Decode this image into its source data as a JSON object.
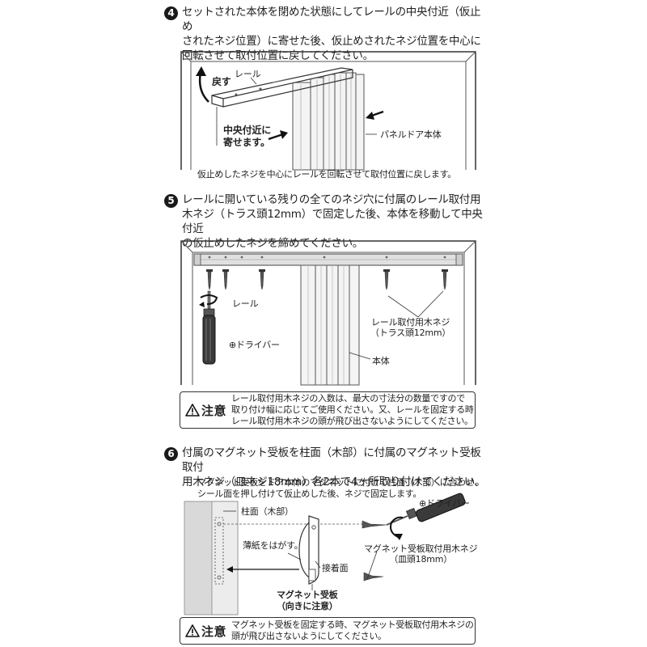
{
  "step4": {
    "number": "4",
    "text": "セットされた本体を閉めた状態にしてレールの中央付近（仮止め\nされたネジ位置）に寄せた後、仮止めされたネジ位置を中心に\n回転させて取付位置に戻してください。",
    "labels": {
      "return": "戻す",
      "rail": "レール",
      "center": "中央付近に\n寄せます。",
      "door_body": "パネルドア本体"
    },
    "caption": "仮止めしたネジを中心にレールを回転させて取付位置に戻します。"
  },
  "step5": {
    "number": "5",
    "text": "レールに開いている残りの全てのネジ穴に付属のレール取付用\n木ネジ（トラス頭12mm）で固定した後、本体を移動して中央付近\nの仮止めしたネジを締めてください。",
    "labels": {
      "rail": "レール",
      "screw": "レール取付用木ネジ\n（トラス頭12mm）",
      "driver": "⊕ドライバー",
      "body": "本体"
    }
  },
  "notice1": {
    "title": "注意",
    "text": "レール取付用木ネジの入数は、最大の寸法分の数量ですので\n取り付け幅に応じてご使用ください。又、レールを固定する時\nレール取付用木ネジの頭が飛び出さないようにしてください。"
  },
  "step6": {
    "number": "6",
    "text": "付属のマグネット受板を柱面（木部）に付属のマグネット受板取付\n用木ネジ（皿ネジ18mm）各2本で4ヶ所取り付けてください。",
    "caption": "マグネット受板をドア本体のマグネットに付けて柱面（木部）に合わせ、\nシール面を押し付けて仮止めした後、ネジで固定します。",
    "labels": {
      "pillar": "柱面（木部）",
      "driver": "⊕ドライバー",
      "peel": "薄紙をはがす。",
      "adhesive": "接着面",
      "screw": "マグネット受板取付用木ネジ\n（皿頭18mm）",
      "plate": "マグネット受板\n（向きに注意）"
    }
  },
  "notice2": {
    "title": "注意",
    "text": "マグネット受板を固定する時、マグネット受板取付用木ネジの\n頭が飛び出さないようにしてください。"
  }
}
